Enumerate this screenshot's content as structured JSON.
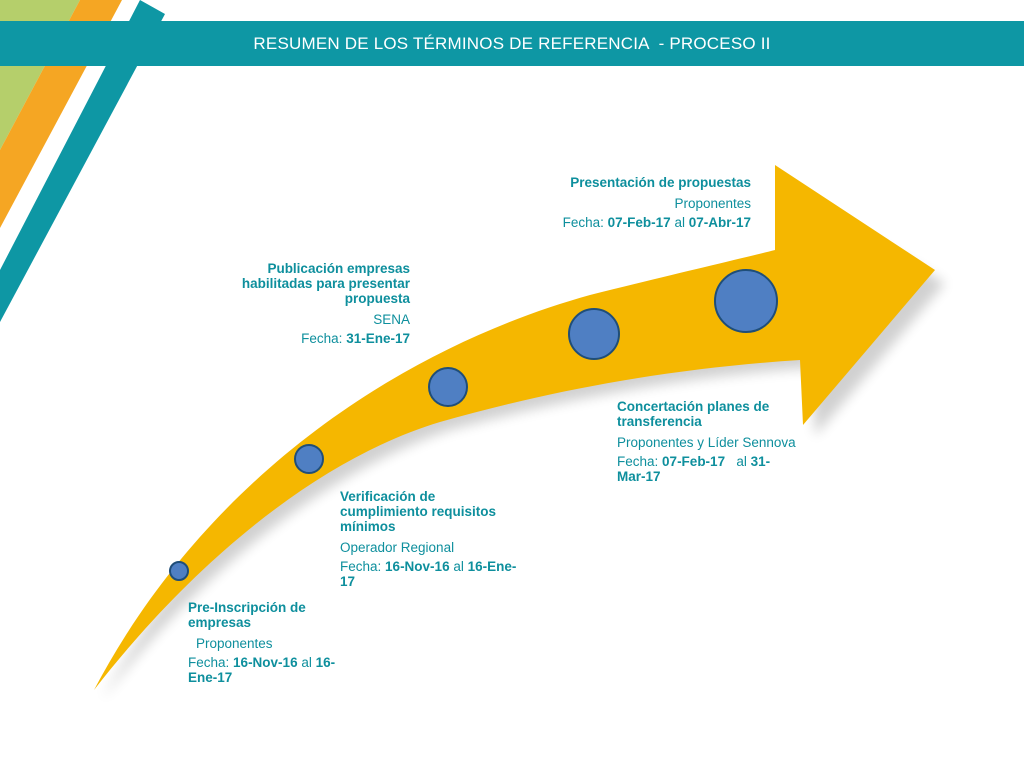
{
  "title": "RESUMEN DE LOS TÉRMINOS DE REFERENCIA  - PROCESO II",
  "colors": {
    "banner": "#0e97a4",
    "arrow": "#f5b700",
    "milestone_fill": "#4f7fc3",
    "milestone_stroke": "#1f4e79",
    "text": "#0e8f9d",
    "stripe_green": "#b5cf6b",
    "stripe_orange": "#f5a623",
    "stripe_teal": "#0e97a4"
  },
  "diagram": {
    "type": "timeline-arrow",
    "steps": [
      {
        "title": "Pre-Inscripción de empresas",
        "who": "Proponentes",
        "date_label": "Fecha:",
        "date_from": "16-Nov-16",
        "date_joiner": "al",
        "date_to": "16-Ene-17"
      },
      {
        "title": "Verificación de cumplimiento requisitos mínimos",
        "who": "Operador Regional",
        "date_label": "Fecha:",
        "date_from": "16-Nov-16",
        "date_joiner": "al",
        "date_to": "16-Ene-17"
      },
      {
        "title": "Publicación empresas habilitadas para presentar propuesta",
        "who": "SENA",
        "date_label": "Fecha:",
        "date_from": "31-Ene-17"
      },
      {
        "title": "Concertación planes de transferencia",
        "who": "Proponentes y Líder Sennova",
        "date_label": "Fecha:",
        "date_from": "07-Feb-17",
        "date_joiner": "al",
        "date_to": "31-Mar-17"
      },
      {
        "title": "Presentación de propuestas",
        "who": "Proponentes",
        "date_label": "Fecha:",
        "date_from": "07-Feb-17",
        "date_joiner": "al",
        "date_to": "07-Abr-17"
      }
    ]
  }
}
